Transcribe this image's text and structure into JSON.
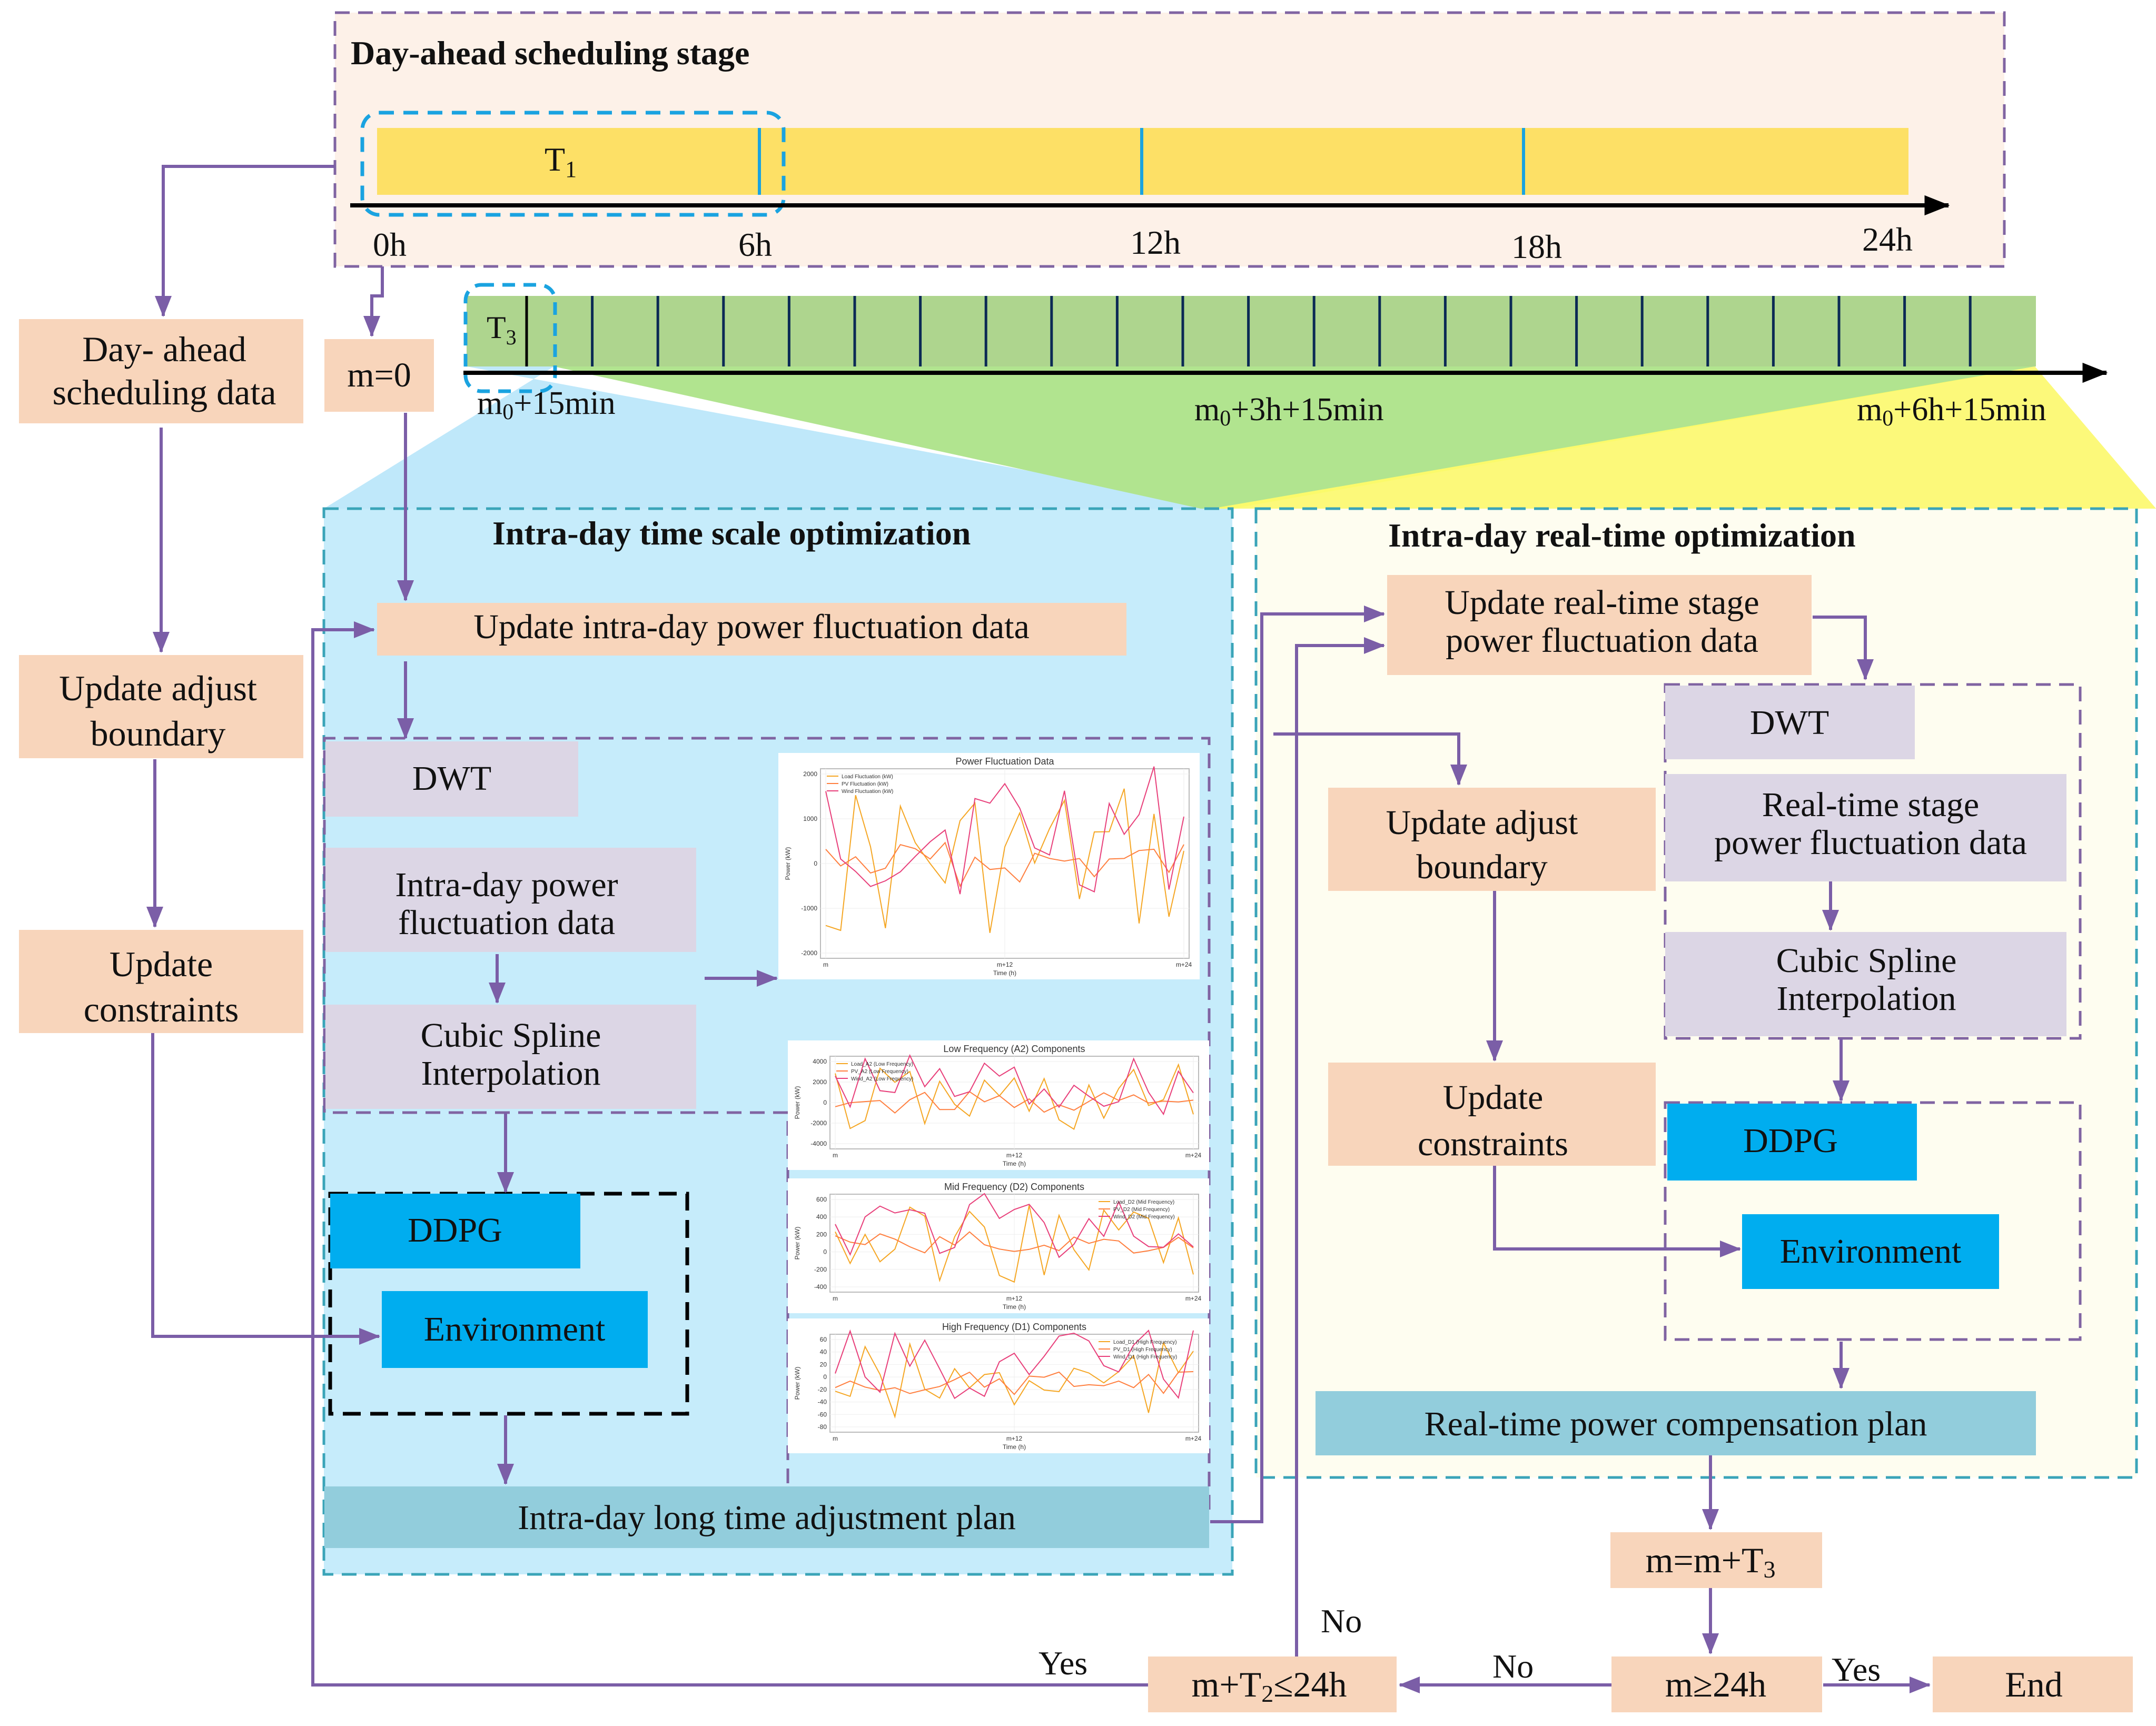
{
  "colors": {
    "flow_arrow": "#7b5ea7",
    "peach_box": "#f8d5bb",
    "lavender_box": "#dcd6e5",
    "ddpg_box": "#00adef",
    "plan_box": "#92cddc",
    "yellow_bar": "#fde066",
    "green_bar": "#aed58e",
    "day_ahead_bg": "#fdf1e8",
    "intra_day_bg": "#c6ecfb",
    "real_time_bg": "#fefdf0"
  },
  "day_ahead": {
    "title": "Day-ahead scheduling stage",
    "period_label": "T",
    "period_sub": "1",
    "ticks": [
      "0h",
      "6h",
      "12h",
      "18h",
      "24h"
    ]
  },
  "intraday_bar": {
    "period_label": "T",
    "period_sub": "3",
    "label_start": {
      "main": "m",
      "sub": "0",
      "rest": "+15min"
    },
    "label_mid": {
      "main": "m",
      "sub": "0",
      "rest": "+3h+15min"
    },
    "label_end": {
      "main": "m",
      "sub": "0",
      "rest": "+6h+15min"
    }
  },
  "left_column": {
    "day_ahead_data": [
      "Day- ahead",
      "scheduling data"
    ],
    "m_init": "m=0",
    "update_boundary": [
      "Update adjust",
      "boundary"
    ],
    "update_constraints": [
      "Update",
      "constraints"
    ]
  },
  "intra_day": {
    "title": "Intra-day time scale optimization",
    "update_data": "Update intra-day power fluctuation data",
    "dwt": "DWT",
    "fluct_data": [
      "Intra-day power",
      "fluctuation data"
    ],
    "spline": [
      "Cubic Spline",
      "Interpolation"
    ],
    "ddpg": "DDPG",
    "environment": "Environment",
    "plan": "Intra-day long time adjustment plan"
  },
  "real_time": {
    "title": "Intra-day real-time optimization",
    "update_data": [
      "Update real-time stage",
      "power fluctuation data"
    ],
    "dwt": "DWT",
    "fluct_data": [
      "Real-time stage",
      "power fluctuation data"
    ],
    "spline": [
      "Cubic Spline",
      "Interpolation"
    ],
    "update_boundary": [
      "Update adjust",
      "boundary"
    ],
    "update_constraints": [
      "Update",
      "constraints"
    ],
    "ddpg": "DDPG",
    "environment": "Environment",
    "plan": "Real-time power compensation plan"
  },
  "loop": {
    "m_update": {
      "main": "m=m+T",
      "sub": "3"
    },
    "check_24": "m≥24h",
    "check_t2": {
      "main": "m+T",
      "sub": "2",
      "rest": "≤24h"
    },
    "end": "End",
    "yes": "Yes",
    "no": "No"
  },
  "charts": [
    {
      "title": "Power Fluctuation Data",
      "ylabel": "Power (kW)",
      "xlabel": "Time (h)",
      "xticks": [
        "m",
        "m+12",
        "m+24"
      ],
      "yticks": [
        "2000",
        "1000",
        "0",
        "-1000",
        "-2000"
      ],
      "legend": [
        "Load Fluctuation (kW)",
        "PV Fluctuation (kW)",
        "Wind Fluctuation (kW)"
      ]
    },
    {
      "title": "Low Frequency (A2) Components",
      "ylabel": "Power (kW)",
      "xlabel": "Time (h)",
      "xticks": [
        "m",
        "m+12",
        "m+24"
      ],
      "yticks": [
        "4000",
        "2000",
        "0",
        "-2000",
        "-4000"
      ],
      "legend": [
        "Load_A2 (Low Frequency)",
        "PV_A2 (Low Frequency)",
        "Wind_A2 (Low Frequency)"
      ]
    },
    {
      "title": "Mid Frequency (D2) Components",
      "ylabel": "Power (kW)",
      "xlabel": "Time (h)",
      "xticks": [
        "m",
        "m+12",
        "m+24"
      ],
      "yticks": [
        "600",
        "400",
        "200",
        "0",
        "-200",
        "-400"
      ],
      "legend": [
        "Load_D2 (Mid Frequency)",
        "PV_D2 (Mid Frequency)",
        "Wind_D2 (Mid Frequency)"
      ]
    },
    {
      "title": "High Frequency (D1) Components",
      "ylabel": "Power (kW)",
      "xlabel": "Time (h)",
      "xticks": [
        "m",
        "m+12",
        "m+24"
      ],
      "yticks": [
        "60",
        "40",
        "20",
        "0",
        "-20",
        "-40",
        "-60",
        "-80"
      ],
      "legend": [
        "Load_D1 (High Frequency)",
        "PV_D1 (High Frequency)",
        "Wind_D1 (High Frequency)"
      ]
    }
  ]
}
